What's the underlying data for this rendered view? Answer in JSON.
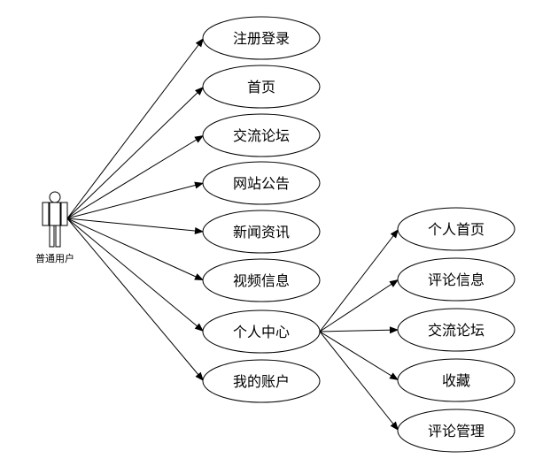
{
  "actor": {
    "label": "普通用户"
  },
  "use_cases": [
    {
      "id": "register-login",
      "label": "注册登录"
    },
    {
      "id": "home",
      "label": "首页"
    },
    {
      "id": "forum",
      "label": "交流论坛"
    },
    {
      "id": "announcement",
      "label": "网站公告"
    },
    {
      "id": "news",
      "label": "新闻资讯"
    },
    {
      "id": "video-info",
      "label": "视频信息"
    },
    {
      "id": "personal-center",
      "label": "个人中心"
    },
    {
      "id": "my-account",
      "label": "我的账户"
    }
  ],
  "sub_use_cases": [
    {
      "id": "personal-home",
      "label": "个人首页"
    },
    {
      "id": "comment-info",
      "label": "评论信息"
    },
    {
      "id": "sub-forum",
      "label": "交流论坛"
    },
    {
      "id": "favorites",
      "label": "收藏"
    },
    {
      "id": "comment-management",
      "label": "评论管理"
    }
  ]
}
